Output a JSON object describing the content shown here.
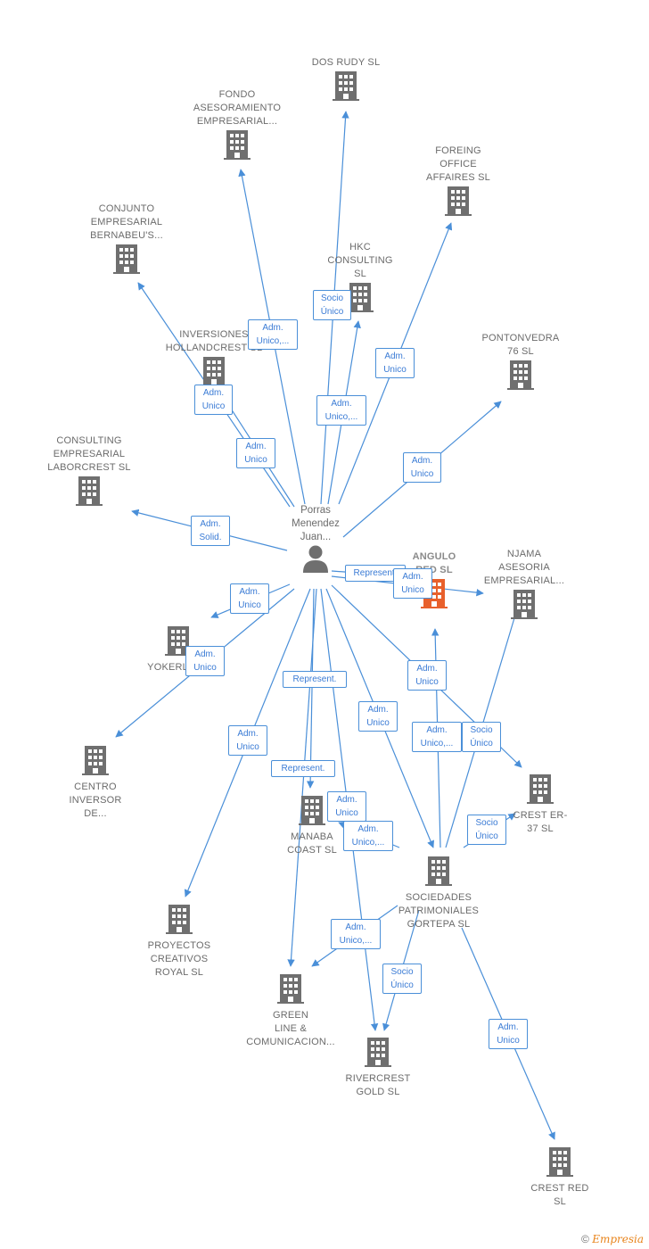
{
  "person": {
    "name": "Porras\nMenendez\nJuan..."
  },
  "focus_company": {
    "name": "ANGULO\nRED  SL"
  },
  "companies": {
    "dos_rudy": "DOS RUDY  SL",
    "fondo": "FONDO\nASESORAMIENTO\nEMPRESARIAL...",
    "foreing": "FOREING\nOFFICE\nAFFAIRES SL",
    "conjunto": "CONJUNTO\nEMPRESARIAL\nBERNABEU'S...",
    "hkc": "HKC\nCONSULTING\nSL",
    "inversiones": "INVERSIONES\nHOLLANDCREST SL",
    "pontonvedra": "PONTONVEDRA\n76  SL",
    "consulting_lab": "CONSULTING\nEMPRESARIAL\nLABORCREST SL",
    "njama": "NJAMA\nASESORIA\nEMPRESARIAL...",
    "yokerland": "YOKERLAND",
    "centro": "CENTRO\nINVERSOR\nDE...",
    "crest_er": "CREST ER-\n37  SL",
    "manaba": "MANABA\nCOAST  SL",
    "sociedades": "SOCIEDADES\nPATRIMONIALES\nGORTEPA SL",
    "proyectos": "PROYECTOS\nCREATIVOS\nROYAL  SL",
    "green": "GREEN\nLINE &\nCOMUNICACION...",
    "rivercrest": "RIVERCREST\nGOLD  SL",
    "crest_red": "CREST RED\nSL"
  },
  "relations": {
    "adm_unico_1": "Adm.\nUnico,...",
    "socio_unico_1": "Socio\nÚnico",
    "adm_unico_2": "Adm.\nUnico",
    "adm_unico_3": "Adm.\nUnico",
    "adm_unico_4": "Adm.\nUnico",
    "adm_unico_5": "Adm.\nUnico,...",
    "adm_unico_6": "Adm.\nUnico",
    "adm_solid": "Adm.\nSolid.",
    "represent_1": "Represent.",
    "adm_unico_7": "Adm.\nUnico",
    "adm_unico_8": "Adm.\nUnico",
    "adm_unico_9": "Adm.\nUnico",
    "adm_unico_10": "Adm.\nUnico",
    "represent_2": "Represent.",
    "adm_unico_11": "Adm.\nUnico",
    "adm_unico_12": "Adm.\nUnico,...",
    "socio_unico_2": "Socio\nÚnico",
    "adm_unico_13": "Adm.\nUnico",
    "represent_3": "Represent.",
    "adm_unico_14": "Adm.\nUnico",
    "adm_unico_15": "Adm.\nUnico,...",
    "socio_unico_3": "Socio\nÚnico",
    "adm_unico_16": "Adm.\nUnico,...",
    "socio_unico_4": "Socio\nÚnico",
    "adm_unico_17": "Adm.\nUnico"
  },
  "footer": {
    "copyright_symbol": "©",
    "brand": "Empresia"
  },
  "colors": {
    "edge": "#4a8fd8",
    "building": "#6f6f6f",
    "focus_building": "#e8602c",
    "person": "#6f6f6f"
  }
}
